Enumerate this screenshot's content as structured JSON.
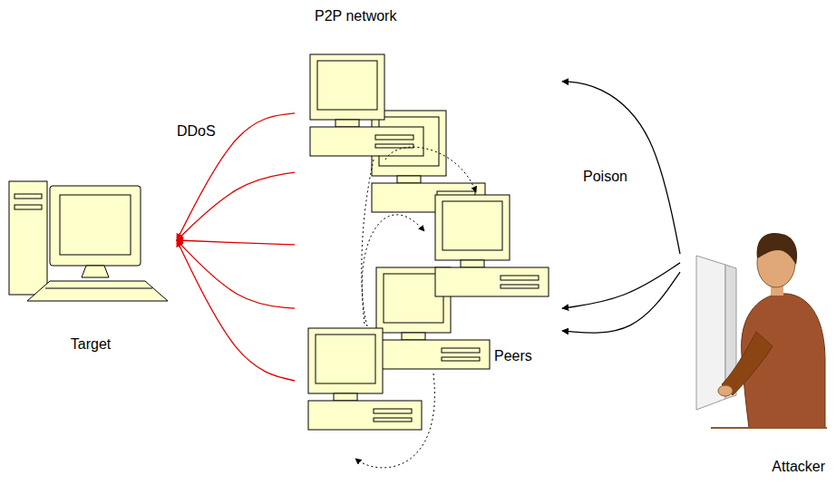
{
  "diagram": {
    "nodes": [
      {
        "text": [
          "Target"
        ]
      },
      {
        "text": [
          "P2P network",
          "Peers"
        ]
      },
      {
        "text": [
          "Attacker"
        ]
      }
    ],
    "edges": [
      {
        "from": 1,
        "to": 0,
        "arrow": "to",
        "label": "DDoS"
      },
      {
        "from": 1,
        "to": 0,
        "arrow": "to"
      },
      {
        "from": 1,
        "to": 0,
        "arrow": "to"
      },
      {
        "from": 1,
        "to": 0,
        "arrow": "to"
      },
      {
        "from": 1,
        "to": 0,
        "arrow": "to"
      },
      {
        "from": 2,
        "to": 1,
        "arrow": "to",
        "label": "Poison"
      },
      {
        "from": 2,
        "to": 1,
        "arrow": "to"
      },
      {
        "from": 2,
        "to": 1,
        "arrow": "to"
      }
    ]
  }
}
